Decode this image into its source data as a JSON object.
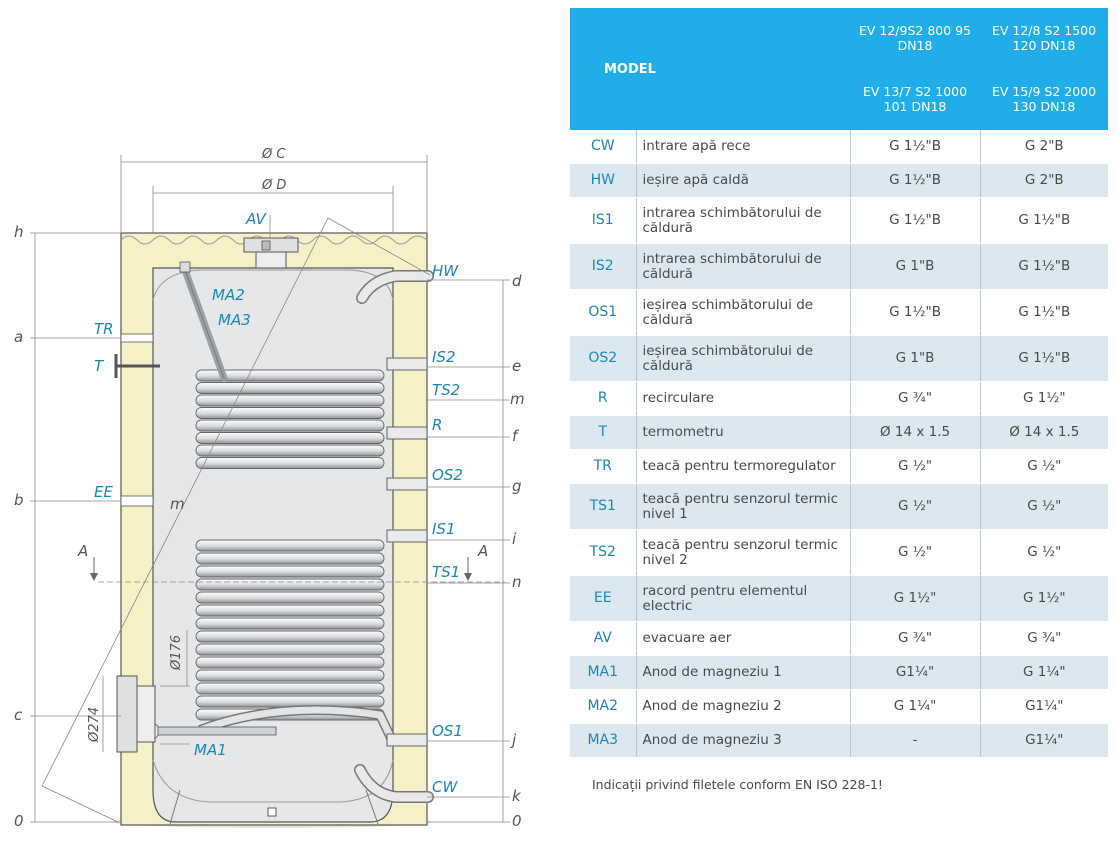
{
  "diagram": {
    "dimensions": {
      "c": "Ø C",
      "d": "Ø D"
    },
    "left_letters": [
      "h",
      "a",
      "b",
      "c",
      "0"
    ],
    "right_letters": [
      "d",
      "e",
      "m",
      "f",
      "g",
      "i",
      "n",
      "j",
      "k",
      "0"
    ],
    "connection_labels": {
      "av": "AV",
      "hw": "HW",
      "ma2": "MA2",
      "ma3": "MA3",
      "tr": "TR",
      "t": "T",
      "is2": "IS2",
      "ts2": "TS2",
      "r": "R",
      "os2": "OS2",
      "ee": "EE",
      "is1": "IS1",
      "ts1": "TS1",
      "os1": "OS1",
      "cw": "CW",
      "ma1": "MA1"
    },
    "section_marks": [
      "A",
      "A"
    ],
    "m_label": "m",
    "inner_dims": [
      "Ø176",
      "Ø274"
    ]
  },
  "table": {
    "header": {
      "model": "MODEL",
      "col1_top": [
        "EV 12/9S2 800 95",
        "DN18"
      ],
      "col2_top": [
        "EV 12/8 S2 1500",
        "120 DN18"
      ],
      "col1_bottom": [
        "EV 13/7 S2 1000",
        "101 DN18"
      ],
      "col2_bottom": [
        "EV 15/9 S2 2000",
        "130 DN18"
      ]
    },
    "rows": [
      {
        "code": "CW",
        "desc": "intrare apă rece",
        "v1": "G 1½\"B",
        "v2": "G 2\"B"
      },
      {
        "code": "HW",
        "desc": "ieșire apă caldă",
        "v1": "G 1½\"B",
        "v2": "G 2\"B"
      },
      {
        "code": "IS1",
        "desc": "intrarea schimbătorului de căldură",
        "v1": "G 1½\"B",
        "v2": "G 1½\"B"
      },
      {
        "code": "IS2",
        "desc": "intrarea schimbătorului de căldură",
        "v1": "G 1\"B",
        "v2": "G 1½\"B"
      },
      {
        "code": "OS1",
        "desc": "ieșirea schimbătorului de căldură",
        "v1": "G 1½\"B",
        "v2": "G 1½\"B"
      },
      {
        "code": "OS2",
        "desc": "ieșirea schimbătorului de căldură",
        "v1": "G 1\"B",
        "v2": "G 1½\"B"
      },
      {
        "code": "R",
        "desc": "recirculare",
        "v1": "G ¾\"",
        "v2": "G 1½\""
      },
      {
        "code": "T",
        "desc": "termometru",
        "v1": "Ø 14 x 1.5",
        "v2": "Ø 14 x 1.5"
      },
      {
        "code": "TR",
        "desc": "teacă pentru termoregulator",
        "v1": "G ½\"",
        "v2": "G ½\""
      },
      {
        "code": "TS1",
        "desc": "teacă pentru senzorul termic nivel 1",
        "v1": "G ½\"",
        "v2": "G ½\""
      },
      {
        "code": "TS2",
        "desc": "teacă pentru senzorul termic nivel 2",
        "v1": "G ½\"",
        "v2": "G ½\""
      },
      {
        "code": "EE",
        "desc": "racord pentru elementul electric",
        "v1": "G 1½\"",
        "v2": "G 1½\""
      },
      {
        "code": "AV",
        "desc": "evacuare aer",
        "v1": "G ¾\"",
        "v2": "G ¾\""
      },
      {
        "code": "MA1",
        "desc": "Anod de magneziu 1",
        "v1": "G1¼\"",
        "v2": "G 1¼\""
      },
      {
        "code": "MA2",
        "desc": "Anod de magneziu 2",
        "v1": "G 1¼\"",
        "v2": "G1¼\""
      },
      {
        "code": "MA3",
        "desc": "Anod de magneziu 3",
        "v1": "-",
        "v2": "G1¼\""
      }
    ],
    "footnote": "Indicații privind filetele conform EN ISO 228-1!"
  },
  "colors": {
    "header_bg": "#21aee8",
    "stripe_bg": "#dbe8f0",
    "code_text": "#1a86b8",
    "insulation": "#f6f0c6",
    "tank_body": "#e6e7e9"
  }
}
